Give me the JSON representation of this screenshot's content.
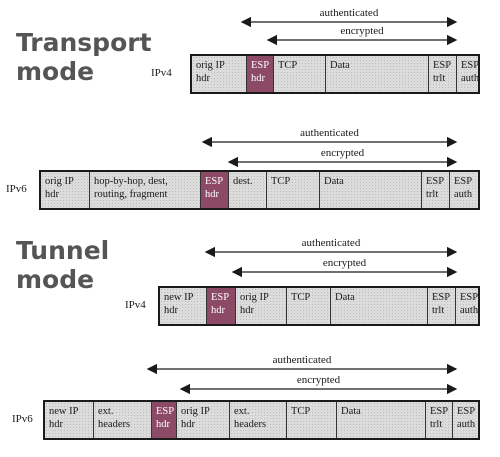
{
  "headings": {
    "transport": "Transport\nmode",
    "tunnel": "Tunnel\nmode"
  },
  "arrow_labels": {
    "authenticated": "authenticated",
    "encrypted": "encrypted"
  },
  "colors": {
    "esp_header": "#8c4a66",
    "field_fill": "#dcdcdc",
    "outline": "#1a1a1a"
  },
  "rows": [
    {
      "label": "IPv4",
      "fields": [
        "orig IP\nhdr",
        "ESP\nhdr",
        "TCP",
        "Data",
        "ESP\ntrlt",
        "ESP\nauth"
      ]
    },
    {
      "label": "IPv6",
      "fields": [
        "orig IP\nhdr",
        "hop-by-hop, dest,\nrouting, fragment",
        "ESP\nhdr",
        "dest.",
        "TCP",
        "Data",
        "ESP\ntrlt",
        "ESP\nauth"
      ]
    },
    {
      "label": "IPv4",
      "fields": [
        "new IP\nhdr",
        "ESP\nhdr",
        "orig IP\nhdr",
        "TCP",
        "Data",
        "ESP\ntrlt",
        "ESP\nauth"
      ]
    },
    {
      "label": "IPv6",
      "fields": [
        "new IP\nhdr",
        "ext.\nheaders",
        "ESP\nhdr",
        "orig IP\nhdr",
        "ext.\nheaders",
        "TCP",
        "Data",
        "ESP\ntrlt",
        "ESP\nauth"
      ]
    }
  ]
}
